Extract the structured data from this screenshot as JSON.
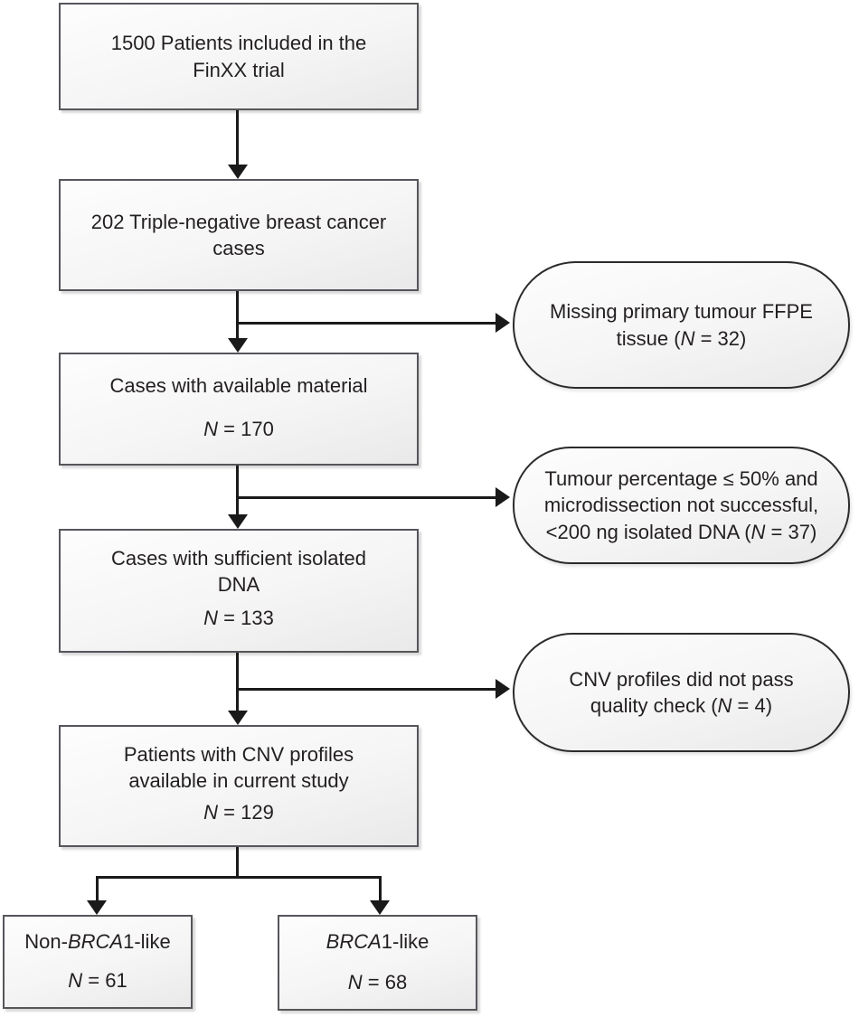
{
  "nodes": {
    "finxx_trial": {
      "text": "1500 Patients included in the\nFinXX trial"
    },
    "tnbc_cases": {
      "text": "202 Triple-negative breast cancer\ncases"
    },
    "available_material": {
      "text": "Cases with available material",
      "n_label": "N",
      "n_rest": " = 170"
    },
    "sufficient_dna": {
      "text": "Cases with sufficient isolated\nDNA",
      "n_label": "N",
      "n_rest": " = 133"
    },
    "cnv_profiles": {
      "text": "Patients with CNV profiles\navailable in current study",
      "n_label": "N",
      "n_rest": " = 129"
    },
    "non_brca1_like": {
      "pre": "Non-",
      "gene": "BRCA",
      "post": "1-like",
      "n_label": "N",
      "n_rest": " = 61"
    },
    "brca1_like": {
      "gene": "BRCA",
      "post": "1-like",
      "n_label": "N",
      "n_rest": " = 68"
    }
  },
  "exclusions": {
    "missing_ffpe": {
      "pre": "Missing primary tumour FFPE\ntissue (",
      "n_label": "N",
      "post": " = 32)"
    },
    "insufficient_dna": {
      "pre": "Tumour percentage ≤ 50% and\nmicrodissection not successful,\n<200 ng isolated DNA (",
      "n_label": "N",
      "post": " = 37)"
    },
    "failed_qc": {
      "pre": "CNV profiles did not pass\nquality check (",
      "n_label": "N",
      "post": " = 4)"
    }
  },
  "colors": {
    "line": "#1a1a1a",
    "box_border": "#55565a",
    "ellipse_border": "#2b2b2b",
    "fill_top": "#fdfdfd",
    "fill_bottom": "#e9e9e9",
    "text": "#231f20"
  }
}
